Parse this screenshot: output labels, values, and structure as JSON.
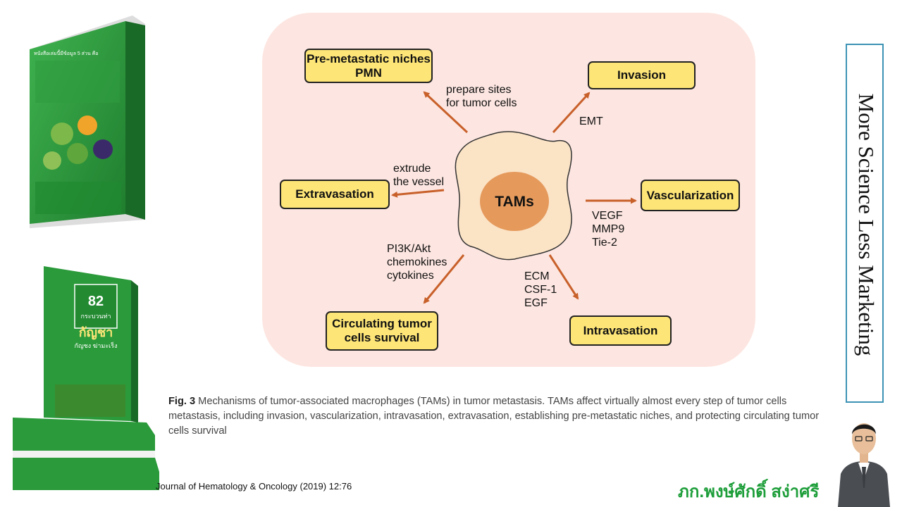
{
  "diagram": {
    "center": "TAMs",
    "boxes": {
      "pmn": "Pre-metastatic niches\nPMN",
      "invasion": "Invasion",
      "extravasation": "Extravasation",
      "vascularization": "Vascularization",
      "circulating": "Circulating tumor\ncells survival",
      "intravasation": "Intravasation"
    },
    "labels": {
      "pmn": "prepare sites\nfor tumor cells",
      "invasion": "EMT",
      "extravasation": "extrude\nthe vessel",
      "vascularization": "VEGF\nMMP9\nTie-2",
      "circulating": "PI3K/Akt\nchemokines\ncytokines",
      "intravasation": "ECM\nCSF-1\nEGF"
    }
  },
  "caption": {
    "fig_label": "Fig. 3",
    "text": "Mechanisms of tumor-associated macrophages (TAMs) in tumor metastasis. TAMs affect virtually almost every step of tumor cells metastasis, including invasion, vascularization, intravasation, extravasation, establishing pre-metastatic niches, and protecting circulating tumor cells survival"
  },
  "citation": "Journal of Hematology & Oncology (2019) 12:76",
  "side_banner": "More Science Less Marketing",
  "author": "ภก.พงษ์ศักดิ์ สง่าศรี",
  "book_cover": {
    "heading": "หนังสือเล่มนี้มีข้อมูล 5 ส่วน คือ",
    "number": "82",
    "subtitle": "กระบวนท่า",
    "title": "กัญชา",
    "byline": "กัญชง ฆ่ามะเร็ง"
  },
  "colors": {
    "panel": "#fde6e1",
    "box": "#fde577",
    "arrow": "#c8602a",
    "cell": "#fbe3c6",
    "nucleus": "#e59a5c",
    "banner_border": "#3d93b5",
    "author": "#1e9e3a",
    "book_green": "#2a9a3a"
  }
}
